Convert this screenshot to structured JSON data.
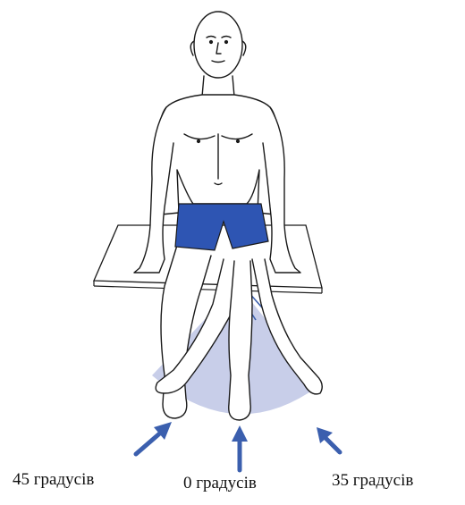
{
  "labels": {
    "left": "45 градусів",
    "center": "0 градусів",
    "right": "35 градусів"
  },
  "colors": {
    "arrow": "#3b5fae",
    "shorts": "#2e55b3",
    "arc_fill": "#c5cbe8",
    "outline": "#1a1a1a"
  },
  "icons": {
    "arrows": "arrow-icon"
  }
}
